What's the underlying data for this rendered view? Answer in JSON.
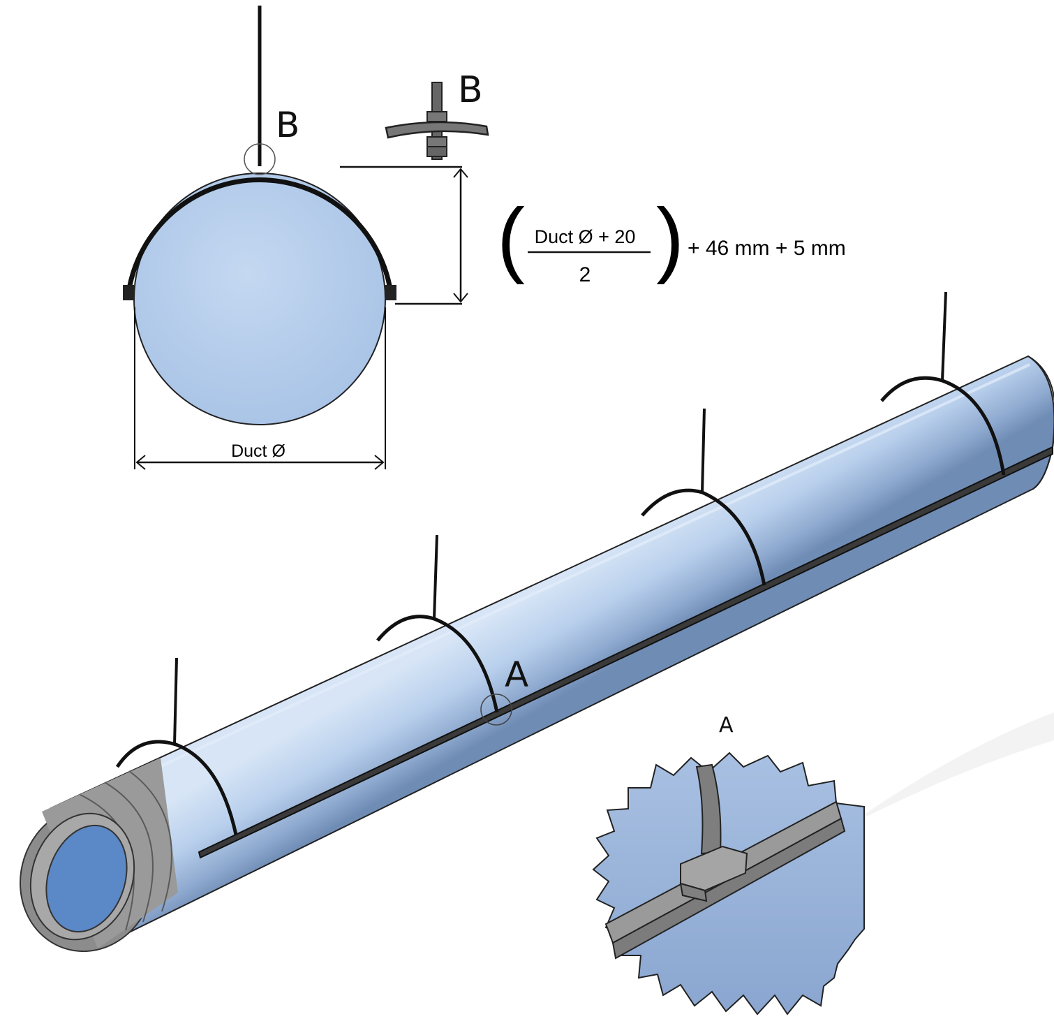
{
  "labels": {
    "detail_b_top": "B",
    "detail_b_callout": "B",
    "detail_a_callout": "A",
    "detail_a_title": "A",
    "duct_diameter": "Duct Ø"
  },
  "formula": {
    "numerator": "Duct Ø + 20",
    "denominator": "2",
    "suffix": "+ 46 mm + 5 mm",
    "open_paren": "(",
    "close_paren": ")"
  },
  "colors": {
    "duct_fill": "#bcd4ee",
    "duct_shadow": "#5e7a9e",
    "duct_mid": "#a9c4e6",
    "collar_grey": "#8a8a8a",
    "inner_blue": "#5b88c6",
    "strap": "#111111",
    "detail_bg": "#9fb8dc"
  }
}
